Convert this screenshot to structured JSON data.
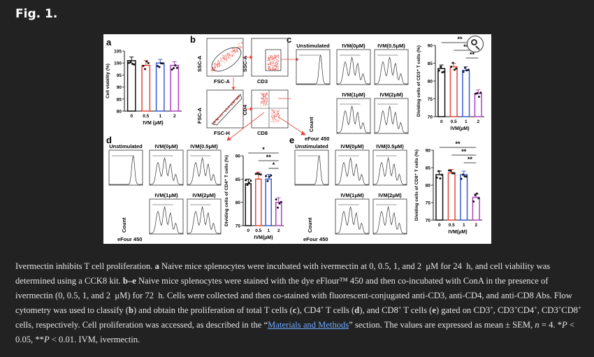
{
  "page": {
    "fig_title": "Fig. 1.",
    "link_text": "Materials and Methods"
  },
  "caption": {
    "p1": "Ivermectin inhibits T cell proliferation. ",
    "a": "a",
    "p2": " Naive mice splenocytes were incubated with ivermectin at 0, 0.5, 1, and 2  μM for 24  h, and cell viability was determined using a CCK8 kit. ",
    "be": "b–e",
    "p3": " Naive mice splenocytes were stained with the dye eFlour™ 450 and then co-incubated with ConA in the presence of ivermectin (0, 0.5, 1, and 2  μM) for 72  h. Cells were collected and then co-stained with fluorescent-conjugated anti-CD3, anti-CD4, and anti-CD8 Abs. Flow cytometry was used to classify (",
    "b": "b",
    "p4": ") and obtain the proliferation of total T cells (",
    "c": "c",
    "p5": "), CD4",
    "sup_plus": "+",
    "p6": " T cells (",
    "d": "d",
    "p7": "), and CD8",
    "p8": " T cells (",
    "e": "e",
    "p9": ") gated on CD3",
    "p10": ", CD3",
    "p11": "CD4",
    "p12": ", CD3",
    "p13": "CD8",
    "p14": " cells, respectively. Cell proliferation was accessed, as described in the “",
    "p15": "” section. The values are expressed as mean ± SEM, ",
    "n": "n",
    "p16": " = 4. *",
    "P": "P",
    "p17": " < 0.05, **",
    "p18": " < 0.01. IVM, ivermectin."
  },
  "panels": {
    "a_label": "a",
    "b_label": "b",
    "c_label": "c",
    "d_label": "d",
    "e_label": "e",
    "flow": {
      "ssc_a": "SSC-A",
      "fsc_a": "FSC-A",
      "cd3": "CD3",
      "fsc_a2": "FSC-A",
      "fsc_h": "FSC-H",
      "cd4": "CD4",
      "cd8": "CD8"
    },
    "histo": {
      "unstim": "Unstimulated",
      "ivm0": "IVM(0μM)",
      "ivm05": "IVM(0.5μM)",
      "ivm1": "IVM(1μM)",
      "ivm2": "IVM(2μM)",
      "count": "Count",
      "efour": "eFour 450"
    }
  },
  "chart_data": [
    {
      "id": "a",
      "type": "bar",
      "categories": [
        "0",
        "0.5",
        "1",
        "2"
      ],
      "values": [
        101,
        99,
        100,
        99
      ],
      "errors": [
        1.5,
        2,
        1.5,
        1.5
      ],
      "ylabel": "Cell viability (%)",
      "xlabel": "IVM (μM)",
      "ylim": [
        80,
        105
      ],
      "yticks": [
        "80",
        "85",
        "90",
        "95",
        "100",
        "105"
      ],
      "colors": [
        "#111111",
        "#e8453c",
        "#3a5bd9",
        "#b23fc2"
      ],
      "sig": []
    },
    {
      "id": "c",
      "type": "bar",
      "categories": [
        "0",
        "0.5",
        "1",
        "2"
      ],
      "values": [
        83.5,
        84,
        83,
        76.5
      ],
      "errors": [
        1,
        1,
        1,
        1
      ],
      "ylabel": "Dividing cells of CD3⁺ T cells (%)",
      "xlabel": "IVM(μM)",
      "ylim": [
        70,
        90
      ],
      "yticks": [
        "70",
        "75",
        "80",
        "85",
        "90"
      ],
      "colors": [
        "#111111",
        "#e8453c",
        "#3a5bd9",
        "#b23fc2"
      ],
      "sig": [
        {
          "from": 0,
          "to": 3,
          "label": "**"
        },
        {
          "from": 1,
          "to": 3,
          "label": "**"
        },
        {
          "from": 2,
          "to": 3,
          "label": "**"
        }
      ]
    },
    {
      "id": "d",
      "type": "bar",
      "categories": [
        "0",
        "0.5",
        "1",
        "2"
      ],
      "values": [
        84,
        85,
        85,
        80
      ],
      "errors": [
        1,
        1.5,
        1,
        1
      ],
      "ylabel": "Dividing cells of CD4⁺ T cells (%)",
      "xlabel": "IVM(μM)",
      "ylim": [
        75,
        90
      ],
      "yticks": [
        "75",
        "80",
        "85",
        "90"
      ],
      "colors": [
        "#111111",
        "#e8453c",
        "#3a5bd9",
        "#b23fc2"
      ],
      "sig": [
        {
          "from": 0,
          "to": 3,
          "label": "*"
        },
        {
          "from": 1,
          "to": 3,
          "label": "**"
        },
        {
          "from": 2,
          "to": 3,
          "label": "*"
        }
      ]
    },
    {
      "id": "e",
      "type": "bar",
      "categories": [
        "0",
        "0.5",
        "1",
        "2"
      ],
      "values": [
        83,
        83.5,
        83,
        76.5
      ],
      "errors": [
        1,
        1,
        1,
        1
      ],
      "ylabel": "Dividing cells of CD8⁺ T cells (%)",
      "xlabel": "IVM(μM)",
      "ylim": [
        70,
        90
      ],
      "yticks": [
        "70",
        "75",
        "80",
        "85",
        "90"
      ],
      "colors": [
        "#111111",
        "#e8453c",
        "#3a5bd9",
        "#b23fc2"
      ],
      "sig": [
        {
          "from": 0,
          "to": 3,
          "label": "**"
        },
        {
          "from": 1,
          "to": 3,
          "label": "**"
        },
        {
          "from": 2,
          "to": 3,
          "label": "**"
        }
      ]
    }
  ]
}
